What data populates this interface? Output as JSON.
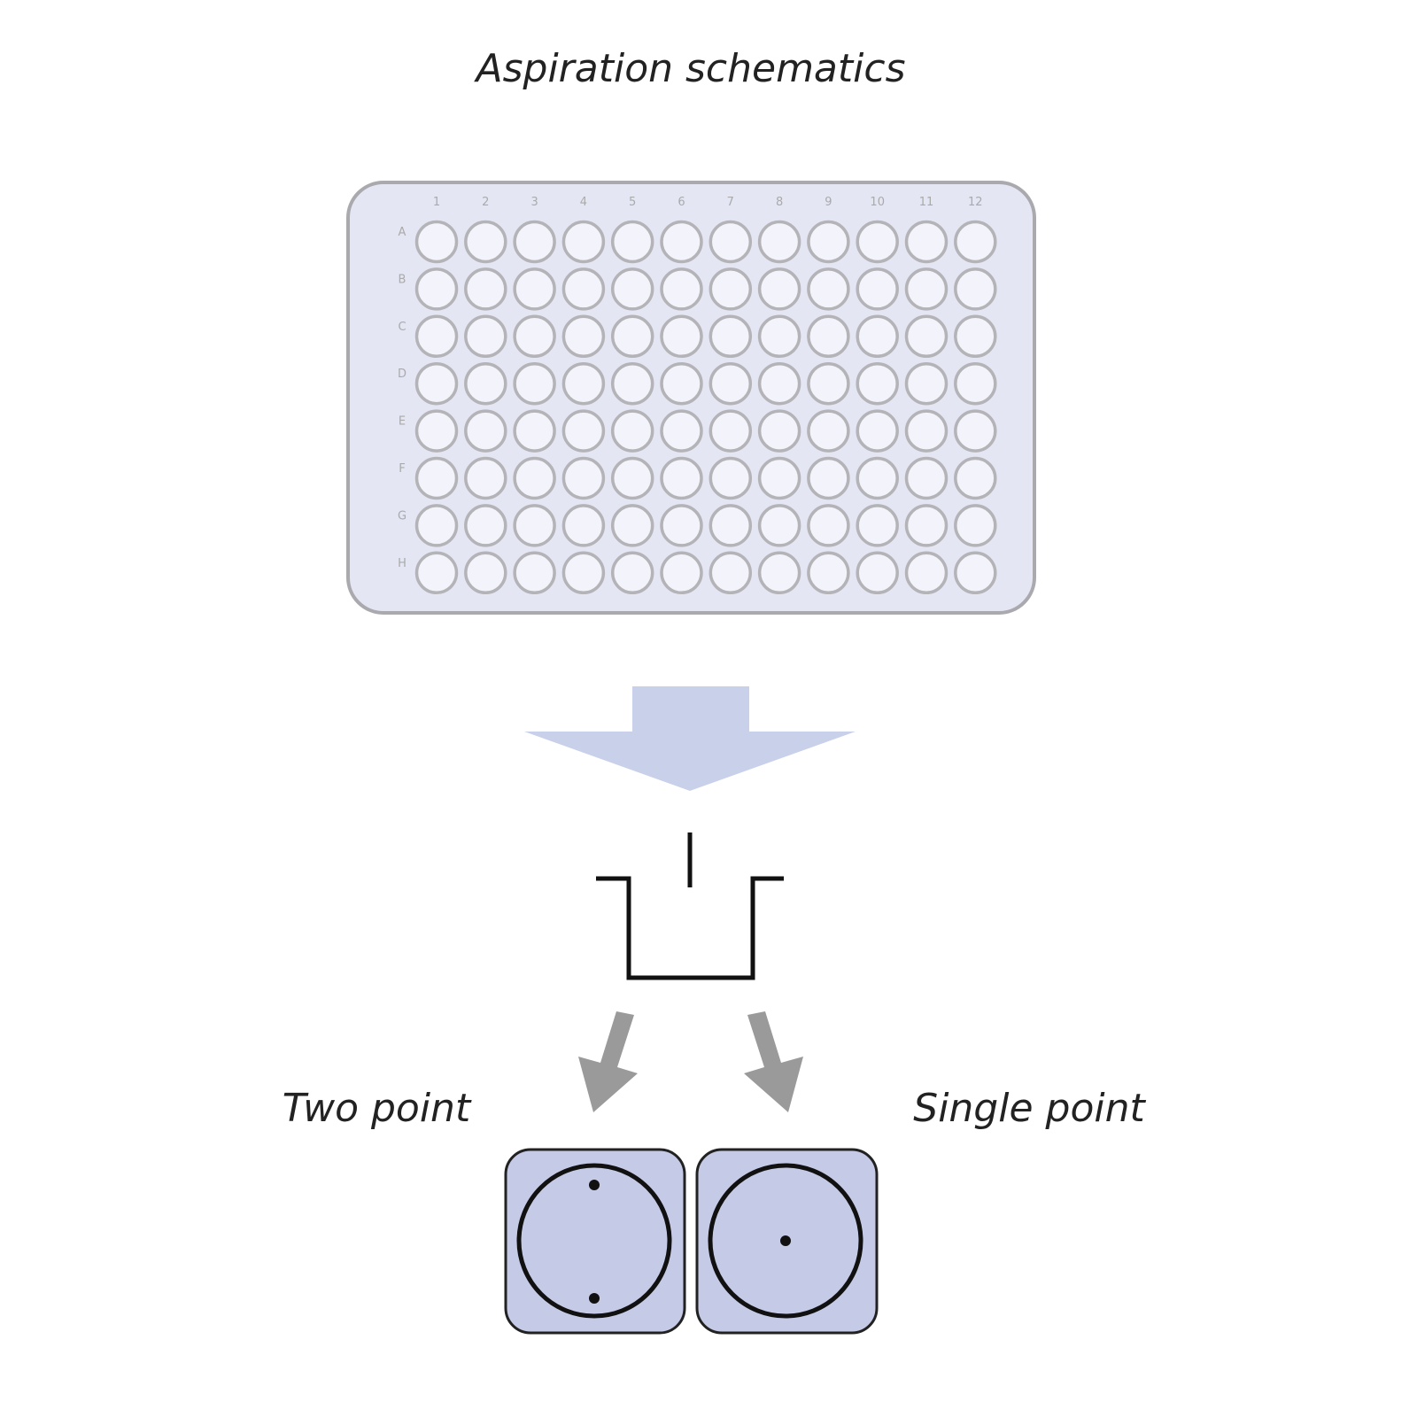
{
  "title": "Aspiration schematics",
  "plate": {
    "columns": [
      "1",
      "2",
      "3",
      "4",
      "5",
      "6",
      "7",
      "8",
      "9",
      "10",
      "11",
      "12"
    ],
    "rows": [
      "A",
      "B",
      "C",
      "D",
      "E",
      "F",
      "G",
      "H"
    ]
  },
  "methods": {
    "two_point": "Two point",
    "single_point": "Single point"
  },
  "colors": {
    "plate_fill": "#e4e6f4",
    "plate_stroke": "#a9a9ae",
    "arrow_big": "#c8d0ea",
    "arrow_small": "#9a9a9a",
    "well_fill": "#c5cbe6"
  }
}
